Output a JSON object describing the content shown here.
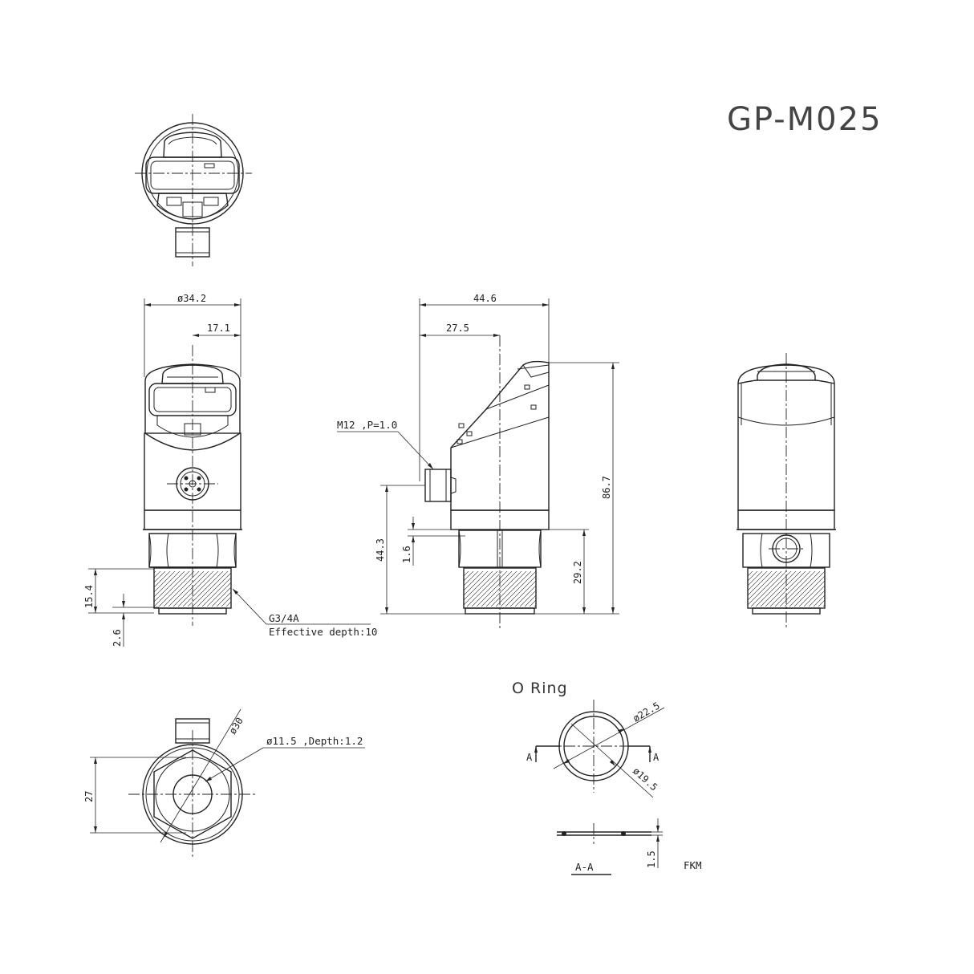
{
  "title": "GP-M025",
  "front_view": {
    "dims": {
      "width": "ø34.2",
      "half": "17.1",
      "hex_h": "15.4",
      "thread_h": "2.6"
    },
    "thread_note": {
      "line1": "G3/4A",
      "line2": "Effective depth:10"
    }
  },
  "side_view": {
    "dims": {
      "depth": "44.6",
      "connector_x": "27.5",
      "height": "86.7",
      "connector_h": "44.3",
      "step": "1.6",
      "body_low": "29.2"
    },
    "connector_note": "M12 ,P=1.0"
  },
  "bottom_view": {
    "dims": {
      "across_flats": "27",
      "across_corners": "ø30"
    },
    "bore_note": "ø11.5 ,Depth:1.2"
  },
  "o_ring": {
    "heading": "O Ring",
    "dims": {
      "outer": "ø22.5",
      "inner": "ø19.5",
      "thickness": "1.5"
    },
    "section_mark": "A",
    "section_label": "A-A",
    "material": "FKM"
  }
}
